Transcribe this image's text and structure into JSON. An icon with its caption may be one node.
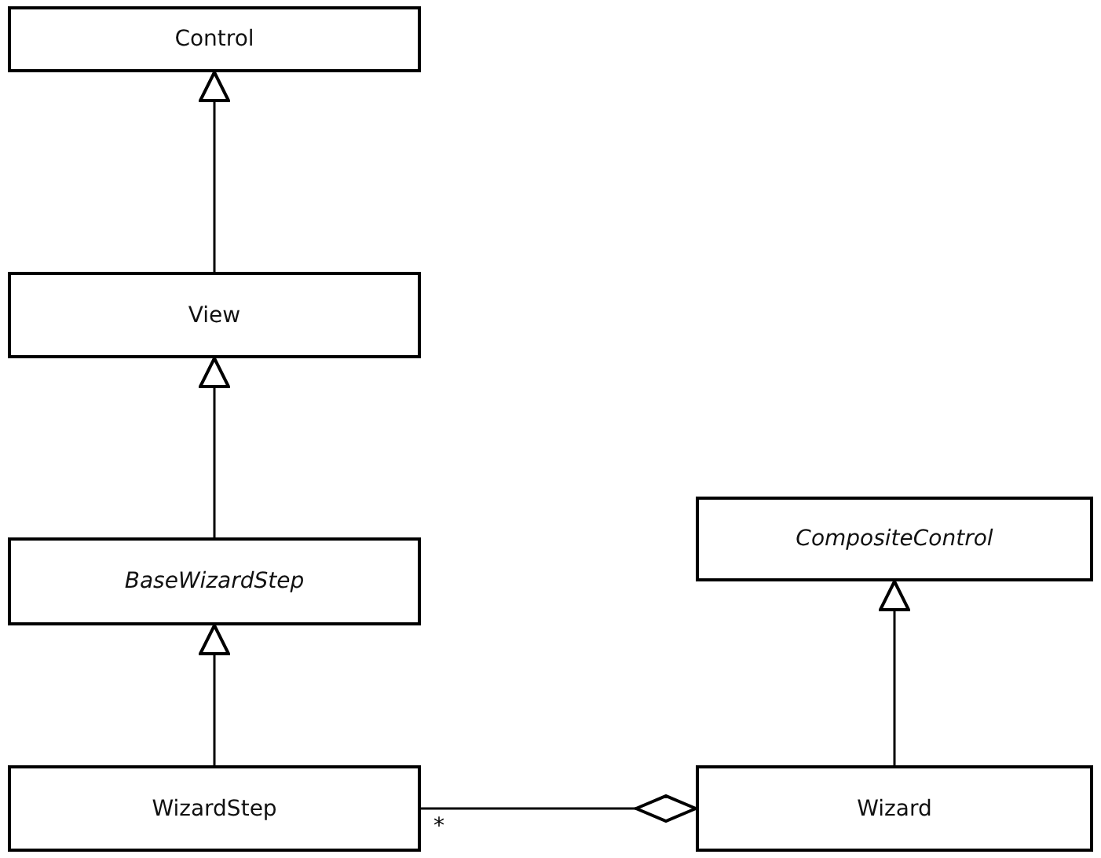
{
  "diagram": {
    "nodes": [
      {
        "text": [
          "Control"
        ]
      },
      {
        "text": [
          "View"
        ]
      },
      {
        "text": [
          "BaseWizardStep"
        ]
      },
      {
        "text": [
          "CompositeControl"
        ]
      },
      {
        "text": [
          "WizardStep"
        ]
      },
      {
        "text": [
          "Wizard"
        ]
      }
    ],
    "edges": [
      {
        "from": 1,
        "to": 0,
        "arrow": "to"
      },
      {
        "from": 2,
        "to": 1,
        "arrow": "to"
      },
      {
        "from": 4,
        "to": 2,
        "arrow": "to"
      },
      {
        "from": 5,
        "to": 3,
        "arrow": "to"
      },
      {
        "from": 4,
        "to": 5,
        "arrow": "other"
      }
    ],
    "labels": [
      "*"
    ]
  }
}
